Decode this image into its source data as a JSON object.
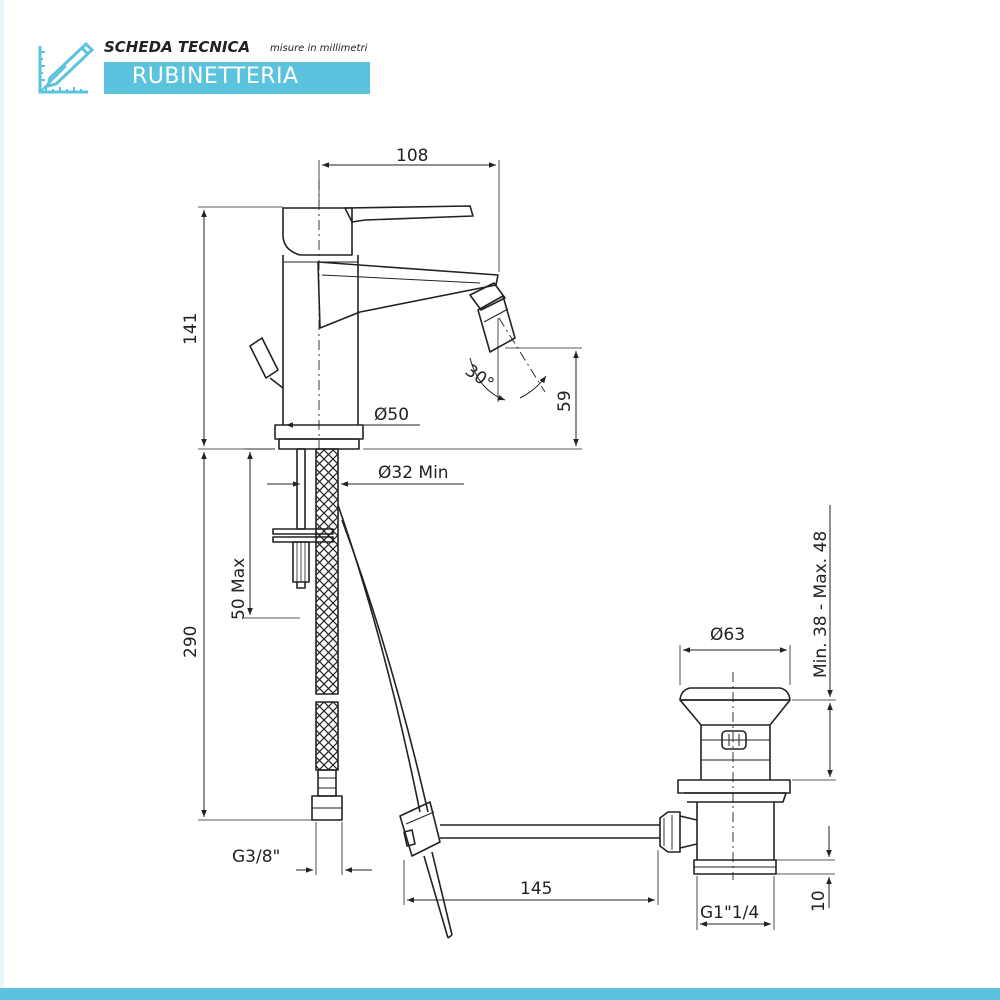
{
  "header": {
    "title": "SCHEDA TECNICA",
    "subtitle": "misure in millimetri",
    "category": "RUBINETTERIA"
  },
  "icons": {
    "header": "ruler-pencil-icon"
  },
  "colors": {
    "accent": "#5bc3de",
    "line": "#222222"
  },
  "dimensions": {
    "width_108": "108",
    "height_141": "141",
    "angle_30": "30°",
    "height_59": "59",
    "diameter_50": "Ø50",
    "hole_min": "Ø32 Min",
    "thickness_max": "50 Max",
    "hose_290": "290",
    "thread_g38": "G3/8\"",
    "rod_145": "145",
    "thread_g114": "G1\"1/4",
    "offset_10": "10",
    "diameter_63": "Ø63",
    "range_38_48": "Min. 38 - Max. 48"
  }
}
